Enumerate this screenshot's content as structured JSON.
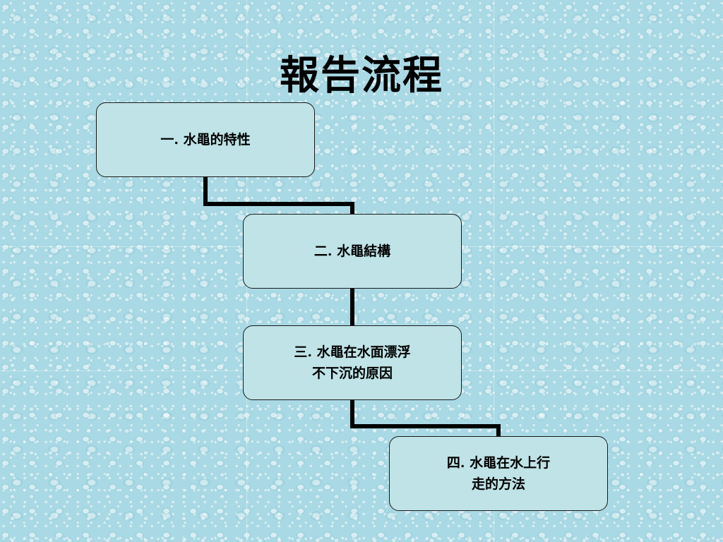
{
  "title": "報告流程",
  "steps": [
    {
      "label": "一. 水黽的特性"
    },
    {
      "label": "二. 水黽結構"
    },
    {
      "label": "三. 水黽在水面漂浮\n不下沉的原因"
    },
    {
      "label": "四. 水黽在水上行\n走的方法"
    }
  ],
  "colors": {
    "background": "#a9d9e4",
    "node_fill": "#bfe3e6",
    "connector": "#000000"
  }
}
